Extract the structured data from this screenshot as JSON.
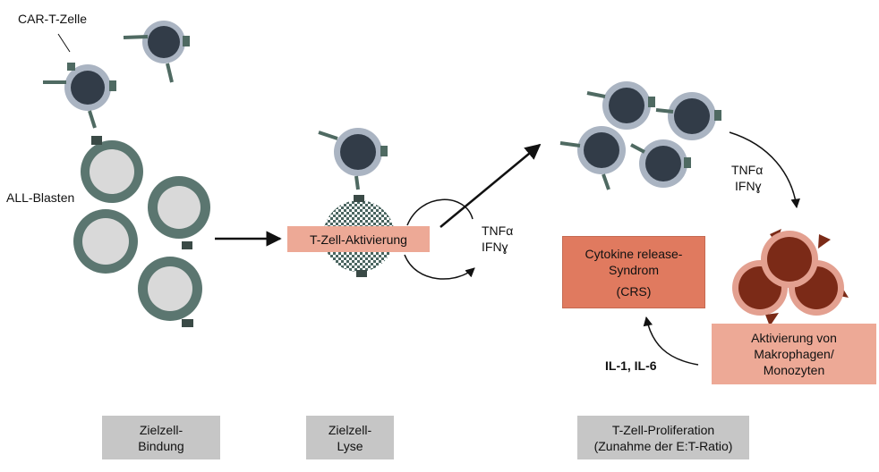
{
  "labels": {
    "car_t": "CAR-T-Zelle",
    "all_blasts": "ALL-Blasten",
    "tnf_1": "TNFα",
    "ifn_1": "IFNɣ",
    "tnf_2": "TNFα",
    "ifn_2": "IFNɣ",
    "il": "IL-1, IL-6"
  },
  "boxes": {
    "t_activation": "T-Zell-Aktivierung",
    "crs_line1": "Cytokine release-",
    "crs_line2": "Syndrom",
    "crs_line3": "(CRS)",
    "macro_line1": "Aktivierung von",
    "macro_line2": "Makrophagen/",
    "macro_line3": "Monozyten"
  },
  "stages": {
    "stage1_line1": "Zielzell-",
    "stage1_line2": "Bindung",
    "stage2_line1": "Zielzell-",
    "stage2_line2": "Lyse",
    "stage3_line1": "T-Zell-Proliferation",
    "stage3_line2": "(Zunahme der E:T-Ratio)"
  },
  "colors": {
    "t_cell_core": "#323c48",
    "t_cell_ring": "#aab4c2",
    "t_cell_receptor": "#4f6a62",
    "blast_ring": "#5b7670",
    "blast_core": "#d9d9d9",
    "macrophage_ring": "#e3a090",
    "macrophage_core": "#7b2a17",
    "stage_box": "#c6c6c6",
    "pink_box": "#eda996",
    "crs_box": "#e07a5f"
  }
}
